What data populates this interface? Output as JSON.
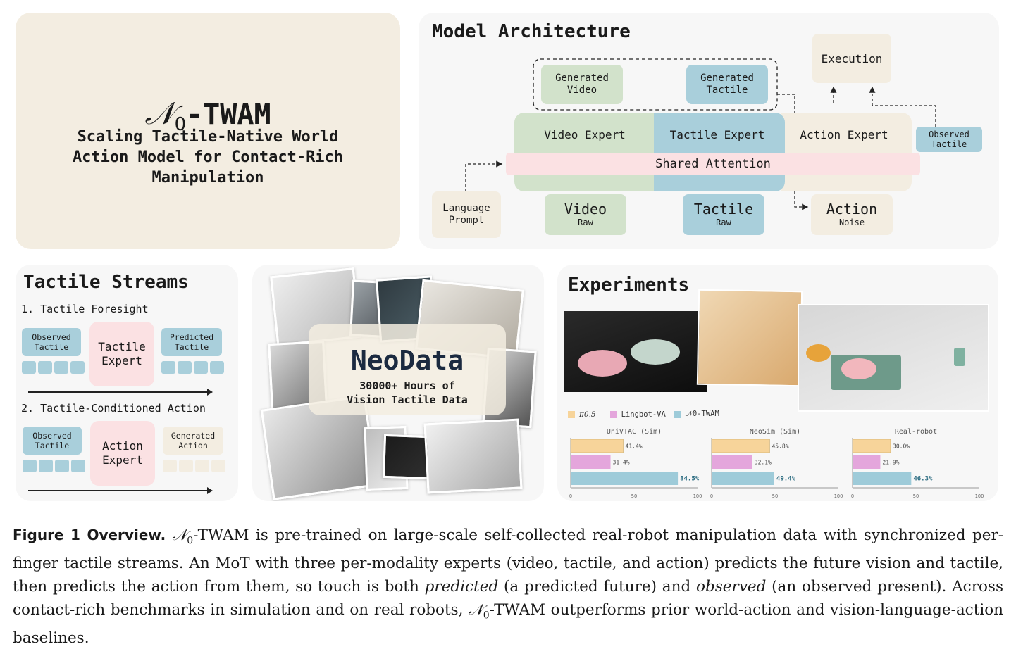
{
  "title_panel": {
    "symbol": "𝒩",
    "subscript": "0",
    "name": "-TWAM",
    "subtitle_line1": "Scaling Tactile-Native World",
    "subtitle_line2": "Action Model for Contact-Rich",
    "subtitle_line3": "Manipulation"
  },
  "architecture": {
    "heading": "Model Architecture",
    "generated_video": [
      "Generated",
      "Video"
    ],
    "generated_tactile": [
      "Generated",
      "Tactile"
    ],
    "execution": "Execution",
    "video_expert": "Video Expert",
    "tactile_expert": "Tactile Expert",
    "action_expert": "Action Expert",
    "observed_tactile": [
      "Observed",
      "Tactile"
    ],
    "shared_attention": "Shared Attention",
    "language_prompt": [
      "Language",
      "Prompt"
    ],
    "video_raw": [
      "Video",
      "Raw"
    ],
    "tactile_raw": [
      "Tactile",
      "Raw"
    ],
    "action_noise": [
      "Action",
      "Noise"
    ]
  },
  "streams": {
    "heading": "Tactile Streams",
    "foresight": "1. Tactile Foresight",
    "observed_1": [
      "Observed",
      "Tactile"
    ],
    "expert_1": [
      "Tactile",
      "Expert"
    ],
    "predicted": [
      "Predicted",
      "Tactile"
    ],
    "conditioned": "2. Tactile-Conditioned Action",
    "observed_2": [
      "Observed",
      "Tactile"
    ],
    "expert_2": [
      "Action",
      "Expert"
    ],
    "generated_action": [
      "Generated",
      "Action"
    ]
  },
  "neodata": {
    "title": "NeoData",
    "line1": "30000+ Hours of",
    "line2": "Vision Tactile Data"
  },
  "experiments": {
    "heading": "Experiments"
  },
  "chart_data": {
    "type": "bar",
    "orientation": "horizontal",
    "legend": [
      "π0.5",
      "Lingbot-VA",
      "𝒩0-TWAM"
    ],
    "legend_colors": [
      "#f7d49a",
      "#e4a6dc",
      "#9ecbd9"
    ],
    "xlim": [
      0,
      100
    ],
    "ticks": [
      "0",
      "50",
      "100"
    ],
    "legend_placement": "top-left",
    "groups": [
      {
        "title": "UniVTAC (Sim)",
        "values": [
          41.4,
          31.4,
          84.5
        ],
        "labels": [
          "41.4%",
          "31.4%",
          "84.5%"
        ]
      },
      {
        "title": "NeoSim (Sim)",
        "values": [
          45.8,
          32.1,
          49.4
        ],
        "labels": [
          "45.8%",
          "32.1%",
          "49.4%"
        ]
      },
      {
        "title": "Real-robot",
        "values": [
          30.0,
          21.9,
          46.3
        ],
        "labels": [
          "30.0%",
          "21.9%",
          "46.3%"
        ]
      }
    ]
  },
  "caption": {
    "label": "Figure 1  Overview.",
    "symbol": "𝒩",
    "sub": "0",
    "t1": "-TWAM is pre-trained on large-scale self-collected real-robot manipulation data with synchronized per-finger tactile streams. An MoT with three per-modality experts (video, tactile, and action) predicts the future vision and tactile, then predicts the action from them, so touch is both",
    "em1": "predicted",
    "t2": "(a predicted future) and",
    "em2": "observed",
    "t3": "(an observed present). Across contact-rich benchmarks in simulation and on real robots,",
    "t4": "-TWAM outperforms prior world-action and vision-language-action baselines."
  }
}
